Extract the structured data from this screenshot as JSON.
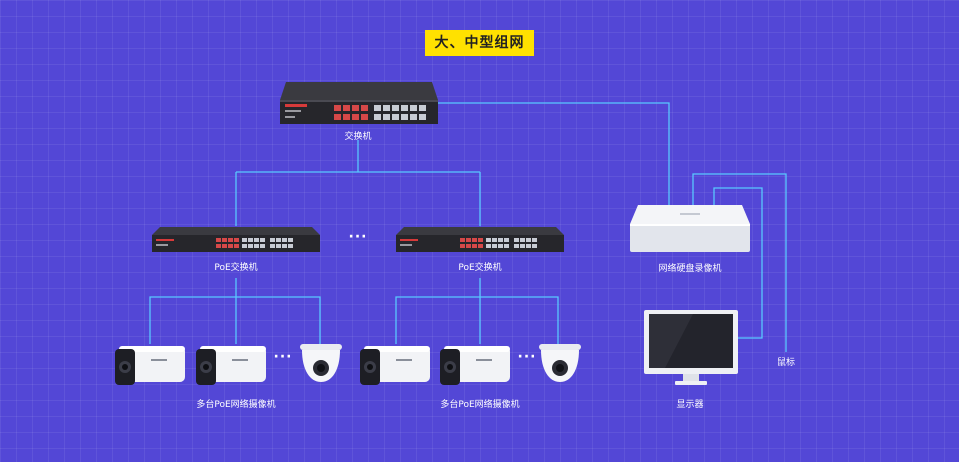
{
  "title": "大、中型组网",
  "labels": {
    "core_switch": "交换机",
    "poe_switch_left": "PoE交换机",
    "poe_switch_right": "PoE交换机",
    "nvr": "网络硬盘录像机",
    "cameras_left": "多台PoE网络摄像机",
    "cameras_right": "多台PoE网络摄像机",
    "monitor": "显示器",
    "mouse": "鼠标"
  },
  "ellipsis": {
    "switches": "···",
    "cameras_left": "···",
    "cameras_right": "···"
  },
  "colors": {
    "background": "#5347d6",
    "title_badge": "#ffe100",
    "wire": "#59c8ff",
    "label": "#ffffff"
  },
  "icons": [
    "switch-icon",
    "poe-switch-icon",
    "nvr-icon",
    "bullet-camera-icon",
    "dome-camera-icon",
    "monitor-icon"
  ]
}
